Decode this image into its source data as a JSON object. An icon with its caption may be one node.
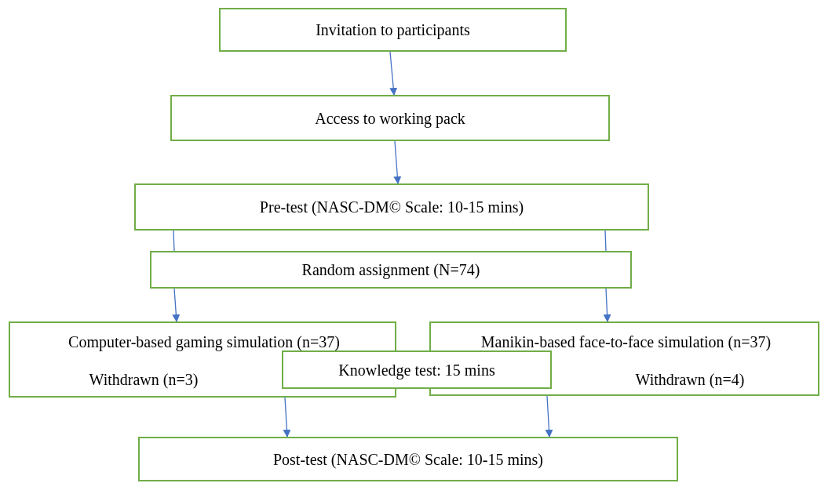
{
  "diagram": {
    "nodes": [
      {
        "text": [
          "Invitation to participants"
        ]
      },
      {
        "text": [
          "Access to working pack"
        ]
      },
      {
        "text": [
          "Pre-test (NASC-DM© Scale: 10-15 mins)"
        ]
      },
      {
        "text": [
          "Random assignment (N=74)"
        ]
      },
      {
        "text": [
          "Computer-based gaming simulation (n=37)",
          "Withdrawn (n=3)"
        ]
      },
      {
        "text": [
          "Manikin-based face-to-face simulation (n=37)",
          "Withdrawn (n=4)"
        ]
      },
      {
        "text": [
          "Knowledge test: 15 mins"
        ]
      },
      {
        "text": [
          "Post-test (NASC-DM© Scale: 10-15 mins)"
        ]
      }
    ],
    "edges": [
      {
        "from": 0,
        "to": 1,
        "arrow": "to"
      },
      {
        "from": 1,
        "to": 2,
        "arrow": "to"
      },
      {
        "from": 2,
        "to": 3,
        "arrow": "none"
      },
      {
        "from": 2,
        "to": 3,
        "arrow": "none"
      },
      {
        "from": 3,
        "to": 4,
        "arrow": "to"
      },
      {
        "from": 3,
        "to": 5,
        "arrow": "to"
      },
      {
        "from": 4,
        "to": 7,
        "arrow": "to"
      },
      {
        "from": 5,
        "to": 7,
        "arrow": "to"
      }
    ]
  }
}
